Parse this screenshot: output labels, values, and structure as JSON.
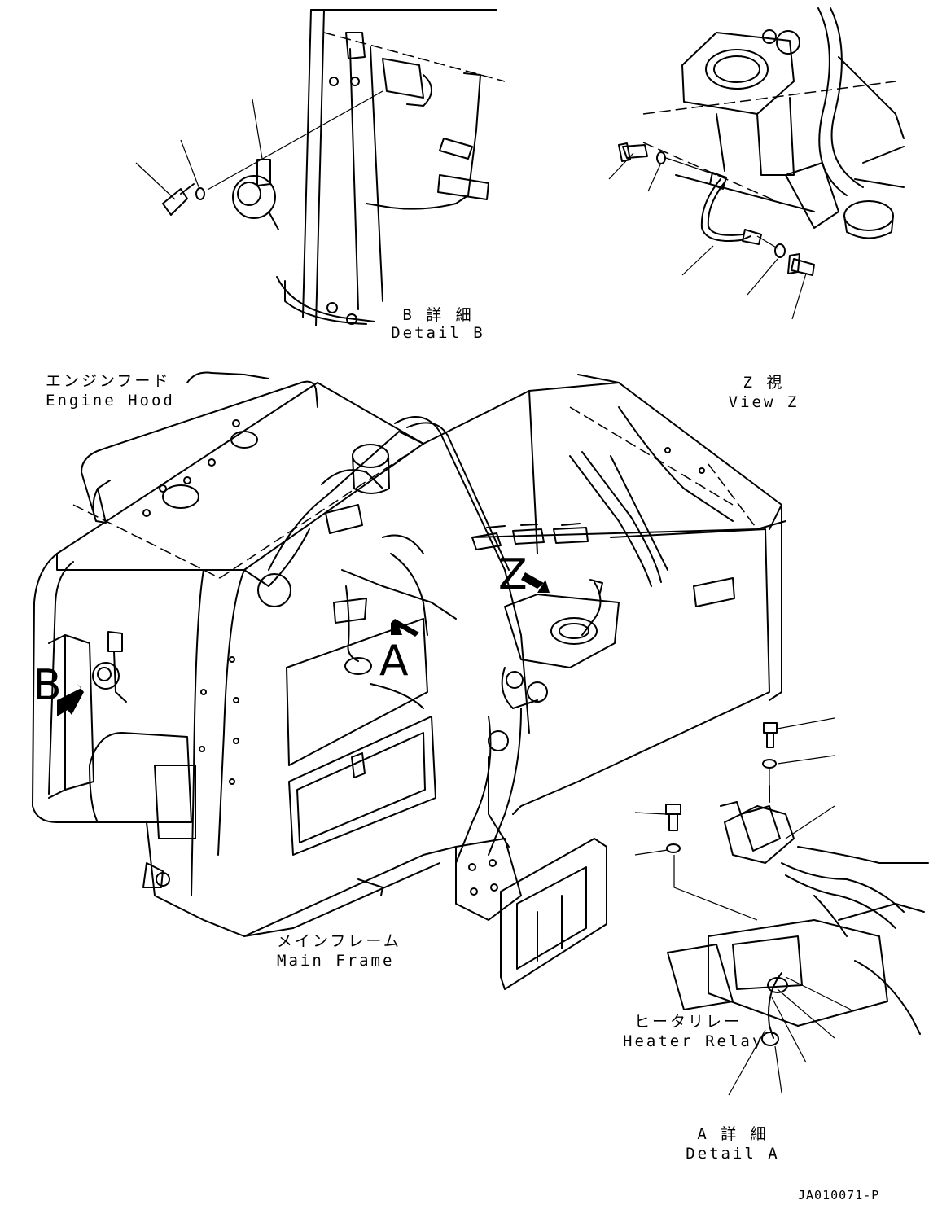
{
  "labels": {
    "detail_b_jp": "B 詳 細",
    "detail_b_en": "Detail B",
    "engine_hood_jp": "エンジンフード",
    "engine_hood_en": "Engine Hood",
    "view_z_jp": "Z 視",
    "view_z_en": "View Z",
    "main_frame_jp": "メインフレーム",
    "main_frame_en": "Main Frame",
    "heater_relay_jp": "ヒータリレー",
    "heater_relay_en": "Heater Relay",
    "detail_a_jp": "A 詳 細",
    "detail_a_en": "Detail A"
  },
  "view_markers": {
    "a": "A",
    "b": "B",
    "z": "Z"
  },
  "drawing_code": "JA010071-P"
}
